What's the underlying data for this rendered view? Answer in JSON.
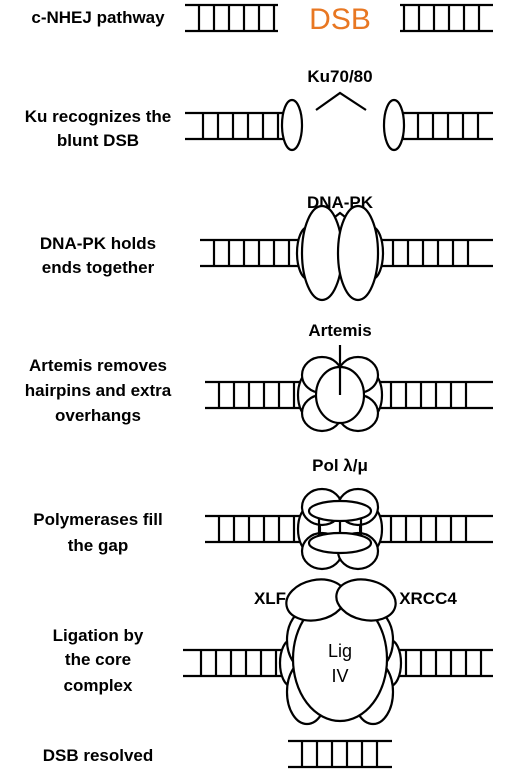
{
  "steps": [
    {
      "label_lines": [
        "c-NHEJ pathway"
      ]
    },
    {
      "label_lines": [
        "Ku recognizes the",
        "blunt DSB"
      ]
    },
    {
      "label_lines": [
        "DNA-PK holds",
        "ends together"
      ]
    },
    {
      "label_lines": [
        "Artemis removes",
        "hairpins and extra",
        "overhangs"
      ]
    },
    {
      "label_lines": [
        "Polymerases fill",
        "the gap"
      ]
    },
    {
      "label_lines": [
        "Ligation by",
        "the core",
        "complex"
      ]
    },
    {
      "label_lines": [
        "DSB resolved"
      ]
    }
  ],
  "dsb_text": "DSB",
  "proteins": {
    "ku": "Ku70/80",
    "dnapk": "DNA-PK",
    "artemis": "Artemis",
    "pol": "Pol λ/μ",
    "xlf": "XLF",
    "xrcc4": "XRCC4",
    "lig_line1": "Lig",
    "lig_line2": "IV"
  },
  "colors": {
    "dsb": "#E87722",
    "ink": "#000000"
  }
}
